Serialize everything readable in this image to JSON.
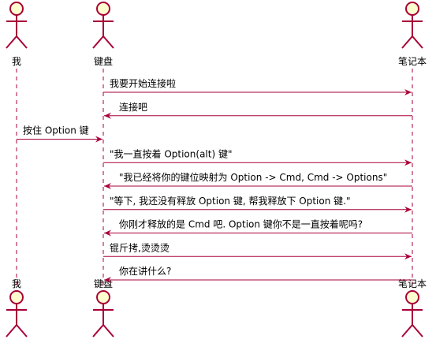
{
  "colors": {
    "actor_fill": "#FEFECE",
    "actor_stroke": "#A80036",
    "lifeline": "#A80036",
    "arrow": "#A80036",
    "text": "#000000"
  },
  "participants": [
    {
      "id": "me",
      "name": "我"
    },
    {
      "id": "keyboard",
      "name": "键盘"
    },
    {
      "id": "laptop",
      "name": "笔记本"
    }
  ],
  "messages": [
    {
      "from": "keyboard",
      "to": "laptop",
      "text": "我要开始连接啦"
    },
    {
      "from": "laptop",
      "to": "keyboard",
      "text": "连接吧"
    },
    {
      "from": "me",
      "to": "keyboard",
      "text": "按住 Option 键"
    },
    {
      "from": "keyboard",
      "to": "laptop",
      "text": "\"我一直按着 Option(alt) 键\""
    },
    {
      "from": "laptop",
      "to": "keyboard",
      "text": "\"我已经将你的键位映射为 Option -> Cmd, Cmd -> Options\""
    },
    {
      "from": "keyboard",
      "to": "laptop",
      "text": "\"等下, 我还没有释放 Option 键, 帮我释放下 Option 键.\""
    },
    {
      "from": "laptop",
      "to": "keyboard",
      "text": "你刚才释放的是 Cmd 吧. Option 键你不是一直按着呢吗?"
    },
    {
      "from": "keyboard",
      "to": "laptop",
      "text": "锟斤拷,烫烫烫"
    },
    {
      "from": "laptop",
      "to": "keyboard",
      "text": "你在讲什么?"
    }
  ]
}
